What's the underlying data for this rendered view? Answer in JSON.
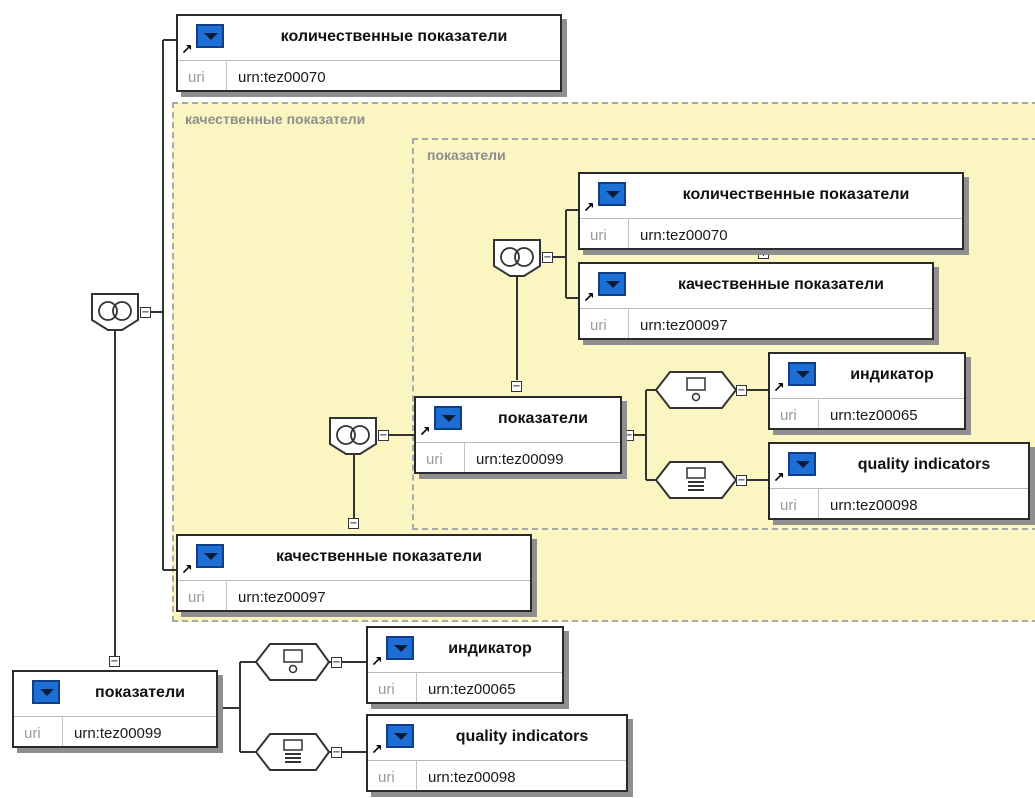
{
  "regions": {
    "outer_label": "качественные показатели",
    "inner_label": "показатели"
  },
  "nodes": {
    "top_quant": {
      "title": "количественные показатели",
      "uri_key": "uri",
      "uri_val": "urn:tez00070"
    },
    "mid_quant": {
      "title": "количественные показатели",
      "uri_key": "uri",
      "uri_val": "urn:tez00070"
    },
    "mid_qual": {
      "title": "качественные показатели",
      "uri_key": "uri",
      "uri_val": "urn:tez00097"
    },
    "inner_pok": {
      "title": "показатели",
      "uri_key": "uri",
      "uri_val": "urn:tez00099"
    },
    "inner_ind": {
      "title": "индикатор",
      "uri_key": "uri",
      "uri_val": "urn:tez00065"
    },
    "inner_qi": {
      "title": "quality indicators",
      "uri_key": "uri",
      "uri_val": "urn:tez00098"
    },
    "outer_qual": {
      "title": "качественные показатели",
      "uri_key": "uri",
      "uri_val": "urn:tez00097"
    },
    "bottom_pok": {
      "title": "показатели",
      "uri_key": "uri",
      "uri_val": "urn:tez00099"
    },
    "bottom_ind": {
      "title": "индикатор",
      "uri_key": "uri",
      "uri_val": "urn:tez00065"
    },
    "bottom_qi": {
      "title": "quality indicators",
      "uri_key": "uri",
      "uri_val": "urn:tez00098"
    }
  },
  "toggles": {
    "collapse": "−",
    "expand": "+"
  },
  "icons": {
    "node_icon": "blue-box-icon",
    "union_icon": "union-icon",
    "choice_icon": "choice-icon",
    "sequence_icon": "sequence-icon"
  },
  "colors": {
    "region_fill": "#fbf5c2",
    "node_icon": "#1d6fd6",
    "border": "#2a2a2a"
  }
}
